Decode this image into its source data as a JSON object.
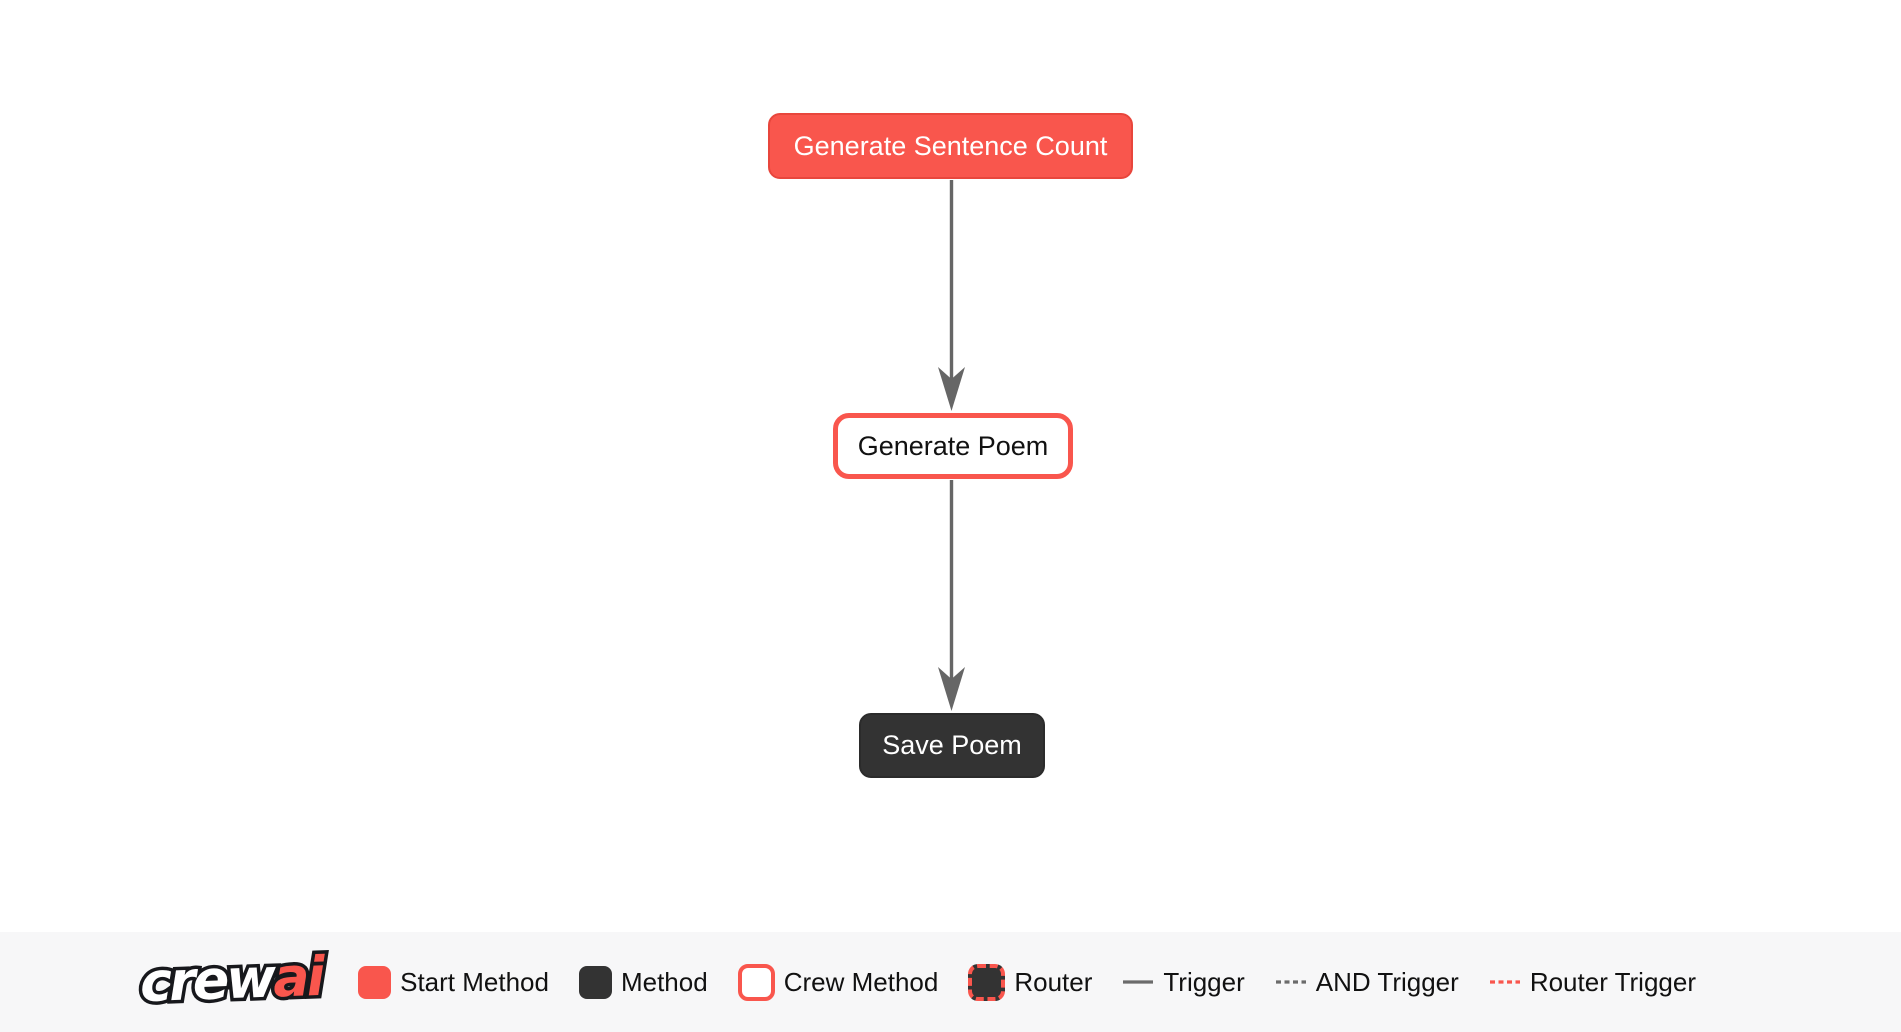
{
  "canvas": {
    "nodes": [
      {
        "id": "generate_sentence_count",
        "label": "Generate Sentence Count",
        "type": "start-method"
      },
      {
        "id": "generate_poem",
        "label": "Generate Poem",
        "type": "crew-method"
      },
      {
        "id": "save_poem",
        "label": "Save Poem",
        "type": "method"
      }
    ],
    "edges": [
      {
        "from": "Generate Sentence Count",
        "to": "Generate Poem",
        "type": "trigger"
      },
      {
        "from": "Generate Poem",
        "to": "Save Poem",
        "type": "trigger"
      }
    ]
  },
  "legend": {
    "logo": {
      "part1": "crew",
      "part2": "ai"
    },
    "items": [
      {
        "label": "Start Method",
        "swatch": "start-method-swatch"
      },
      {
        "label": "Method",
        "swatch": "method-swatch"
      },
      {
        "label": "Crew Method",
        "swatch": "crew-method-swatch"
      },
      {
        "label": "Router",
        "swatch": "router-swatch"
      },
      {
        "label": "Trigger",
        "swatch": "solid-line"
      },
      {
        "label": "AND Trigger",
        "swatch": "dashed-line"
      },
      {
        "label": "Router Trigger",
        "swatch": "red-dashed-line"
      }
    ]
  },
  "colors": {
    "accent_coral": "#F9564D",
    "start_border": "#E8463C",
    "dark_node": "#333333",
    "edge_gray": "#666666",
    "legend_background": "#F7F7F8",
    "canvas_background": "#FFFFFF",
    "text_dark": "#111111",
    "text_light": "#FFFFFF"
  }
}
